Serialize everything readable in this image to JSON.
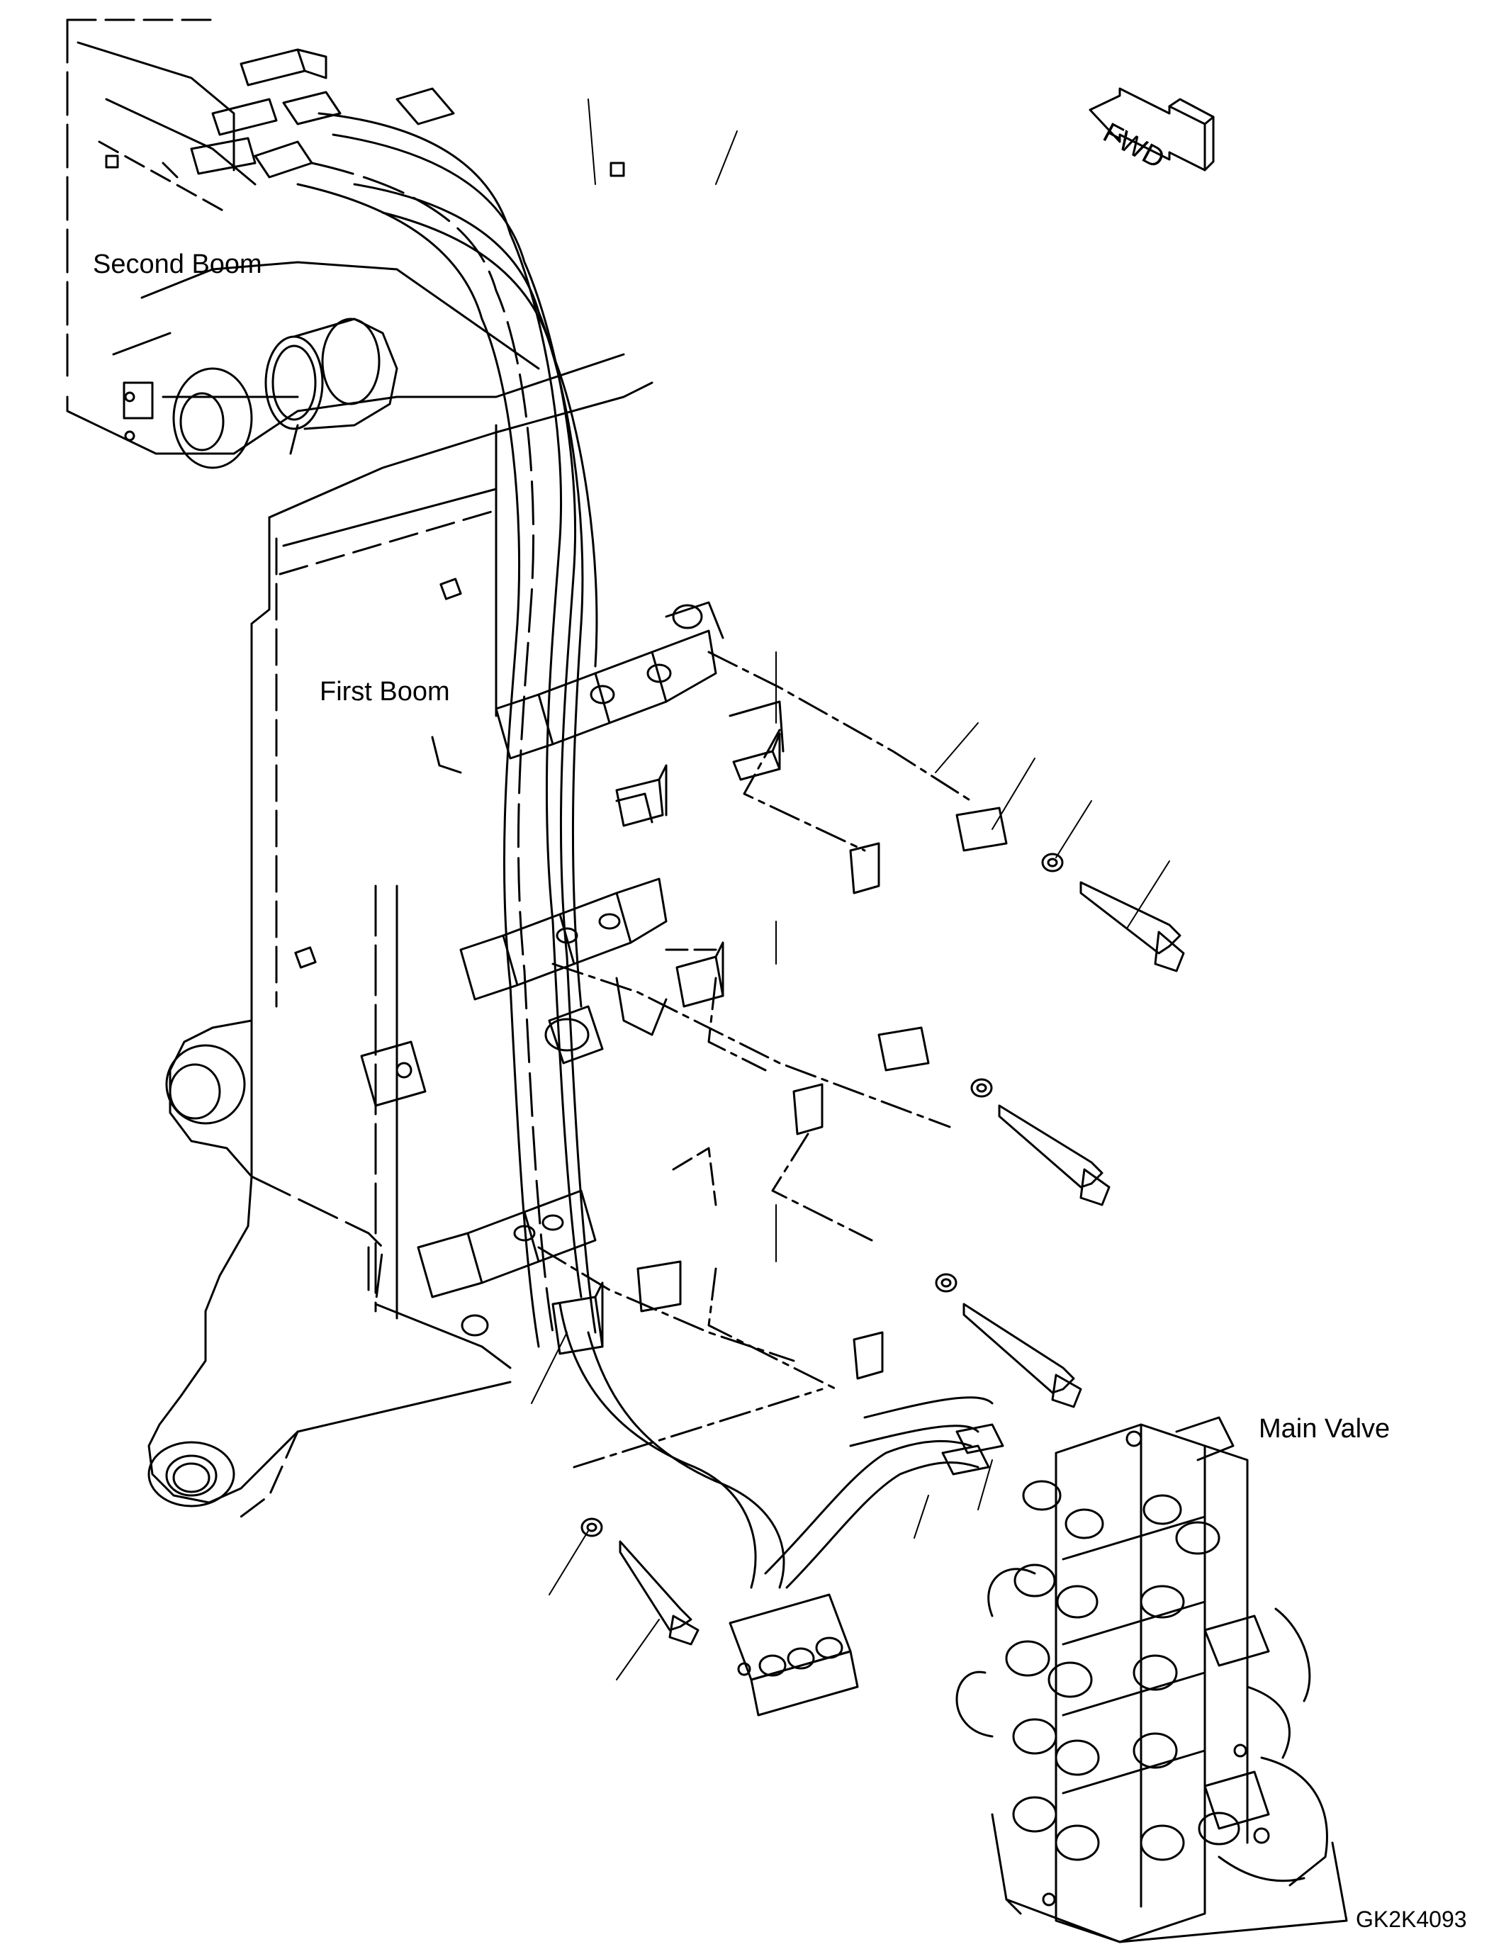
{
  "labels": {
    "second_boom": "Second Boom",
    "first_boom": "First Boom",
    "main_valve": "Main Valve",
    "forward_arrow": "FWD",
    "drawing_code": "GK2K4093"
  },
  "colors": {
    "line": "#000000",
    "background": "#ffffff"
  },
  "icons": {
    "forward_arrow": "forward-arrow-icon"
  }
}
